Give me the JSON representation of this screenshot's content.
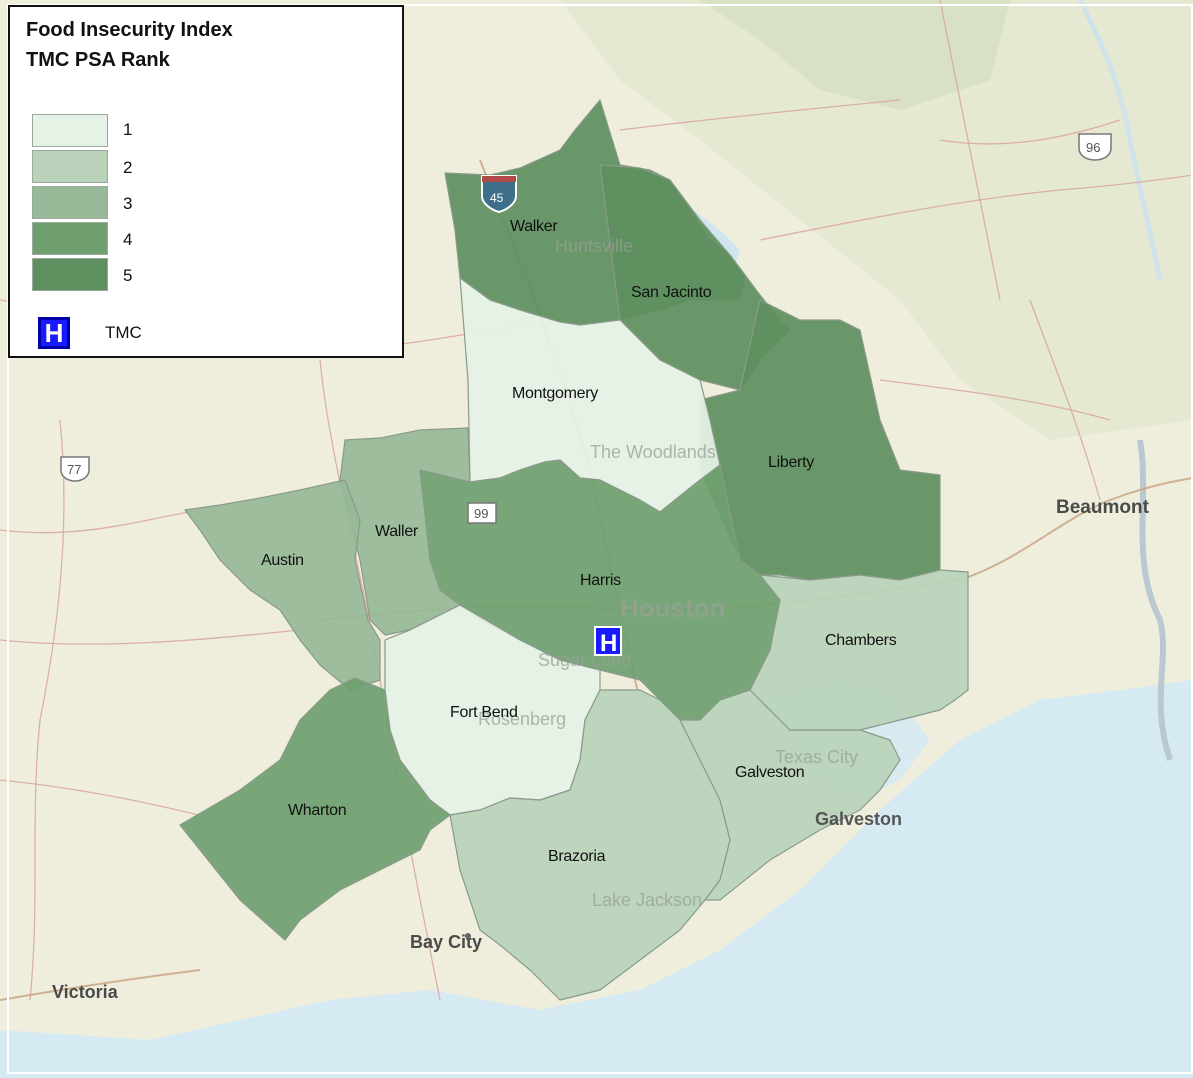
{
  "legend": {
    "title_line1": "Food Insecurity Index",
    "title_line2": "TMC PSA Rank",
    "ranks": [
      {
        "label": "1",
        "color": "#e6f2e6"
      },
      {
        "label": "2",
        "color": "#bad2ba"
      },
      {
        "label": "3",
        "color": "#97b997"
      },
      {
        "label": "4",
        "color": "#6f9f6f"
      },
      {
        "label": "5",
        "color": "#5e8f5e"
      }
    ],
    "tmc_icon_letter": "H",
    "tmc_label": "TMC"
  },
  "counties": [
    {
      "name": "Walker",
      "rank": 5
    },
    {
      "name": "San Jacinto",
      "rank": 5
    },
    {
      "name": "Liberty",
      "rank": 5
    },
    {
      "name": "Montgomery",
      "rank": 1
    },
    {
      "name": "Harris",
      "rank": 4
    },
    {
      "name": "Waller",
      "rank": 3
    },
    {
      "name": "Austin",
      "rank": 3
    },
    {
      "name": "Fort Bend",
      "rank": 1
    },
    {
      "name": "Wharton",
      "rank": 4
    },
    {
      "name": "Brazoria",
      "rank": 2
    },
    {
      "name": "Galveston",
      "rank": 2
    },
    {
      "name": "Chambers",
      "rank": 2
    }
  ],
  "cities": {
    "beaumont": "Beaumont",
    "victoria": "Victoria",
    "bay_city": "Bay City",
    "houston": "Houston",
    "huntsville": "Huntsville",
    "the_woodlands": "The Woodlands",
    "sugar_land": "Sugar Land",
    "rosenberg": "Rosenberg",
    "texas_city": "Texas City",
    "galveston": "Galveston",
    "lake_jackson": "Lake Jackson"
  },
  "highways": {
    "i45": "45",
    "us96": "96",
    "us77": "77",
    "sh99": "99"
  },
  "tmc_marker": "H",
  "colors": {
    "land": "#efeedd",
    "water": "#d6ebf3",
    "forest": "#dfe6cc"
  }
}
